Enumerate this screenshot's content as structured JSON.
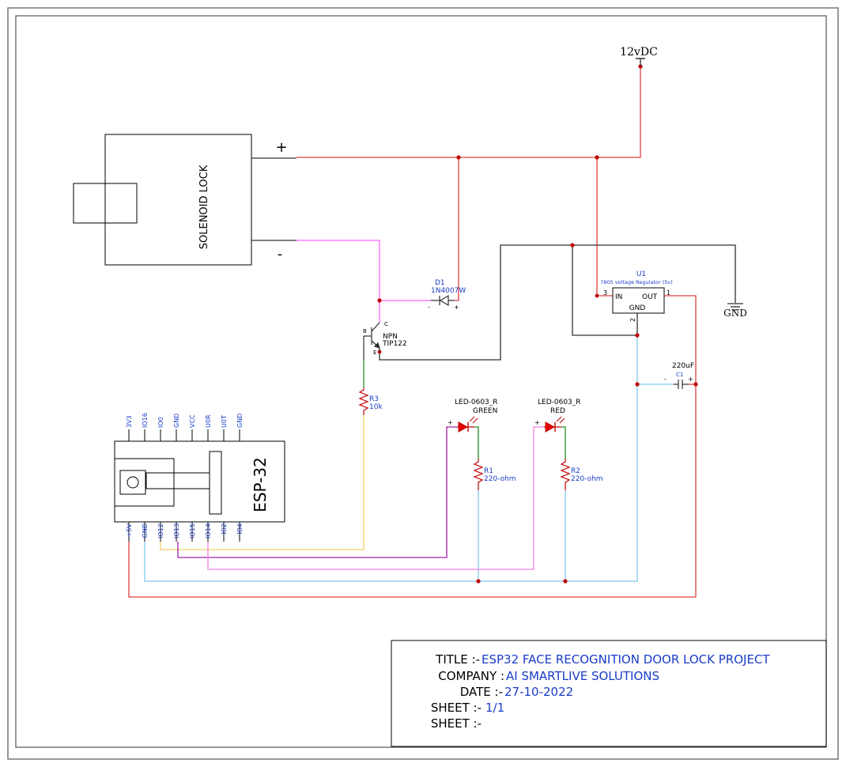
{
  "colors": {
    "power": "#e04040",
    "ground_wire": "#303030",
    "solenoid_neg": "#ff66ff",
    "esp_signal_yellow": "#f0d060",
    "esp_signal_purple": "#a020a0",
    "esp_signal_pink": "#f080e0",
    "ground_blue": "#80c8f0",
    "resistor_green": "#209020",
    "led_red": "#e00000",
    "text_blue": "#1a3cc8"
  },
  "power": {
    "label": "12vDC"
  },
  "ground": {
    "label": "GND"
  },
  "solenoid": {
    "label": "SOLENOID LOCK",
    "plus": "+",
    "minus": "-"
  },
  "diode": {
    "ref": "D1",
    "part": "1N4007W",
    "minus": "-",
    "plus": "+"
  },
  "transistor": {
    "type": "NPN",
    "part": "TIP122",
    "b": "B",
    "c": "C",
    "e": "E"
  },
  "resistor3": {
    "ref": "R3",
    "value": "10k"
  },
  "regulator": {
    "ref": "U1",
    "part": "7805 voltage Regulator (5v)",
    "in": "IN",
    "out": "OUT",
    "gnd": "GND",
    "pin_in": "3",
    "pin_out": "1",
    "pin_gnd": "2"
  },
  "capacitor": {
    "value": "220uF",
    "ref": "C1",
    "minus": "-",
    "plus": "+"
  },
  "led_green": {
    "part": "LED-0603_R",
    "color": "GREEN",
    "plus": "+"
  },
  "led_red": {
    "part": "LED-0603_R",
    "color": "RED",
    "plus": "+"
  },
  "resistor1": {
    "ref": "R1",
    "value": "220-ohm"
  },
  "resistor2": {
    "ref": "R2",
    "value": "220-ohm"
  },
  "esp32": {
    "label": "ESP-32",
    "top_pins": [
      "3V3",
      "IO16",
      "IO0",
      "GND",
      "VCC",
      "U0R",
      "U0T",
      "GND"
    ],
    "bottom_pins": [
      "+5V",
      "GND",
      "IO12",
      "IO13",
      "IO15",
      "IO14",
      "IO2",
      "IO4"
    ]
  },
  "title_block": {
    "title_label": "TITLE :-",
    "title_value": "ESP32 FACE RECOGNITION DOOR LOCK PROJECT",
    "company_label": "COMPANY :",
    "company_value": "AI SMARTLIVE SOLUTIONS",
    "date_label": "DATE :-",
    "date_value": "27-10-2022",
    "sheet_label": "SHEET :-",
    "sheet_value": "1/1",
    "sheet2_label": "SHEET :-"
  }
}
